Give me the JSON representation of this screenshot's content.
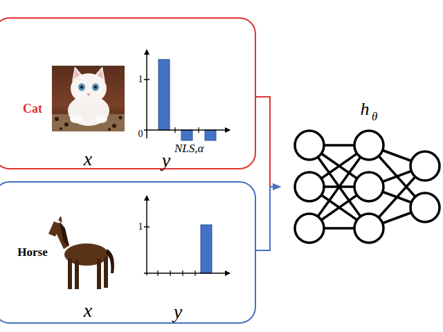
{
  "diagram": {
    "nodes": [
      {
        "text": [
          "Cat",
          "x",
          "y",
          "NLS,α"
        ]
      },
      {
        "text": [
          "Horse",
          "x",
          "y"
        ]
      },
      {
        "text": [
          "h",
          "θ"
        ]
      }
    ],
    "edges": [
      {
        "from": 0,
        "to": 2,
        "arrow": "to"
      },
      {
        "from": 1,
        "to": 2,
        "arrow": "to"
      }
    ],
    "labels": [
      "1",
      "0",
      "1"
    ]
  }
}
